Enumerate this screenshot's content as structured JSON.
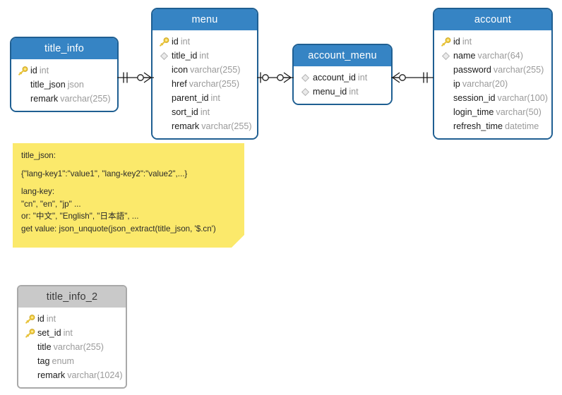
{
  "diagram": {
    "title": "database-er-diagram",
    "background": "#ffffff",
    "entity_header_color": "#3684c4",
    "entity_border_color": "#1f5f92",
    "note_color": "#fbe96b",
    "gray_header_color": "#c9c9c9"
  },
  "entities": [
    {
      "id": "title_info",
      "name": "title_info",
      "style": "blue",
      "fields": [
        {
          "icon": "key-icon",
          "name": "id",
          "type": "int"
        },
        {
          "icon": "none",
          "name": "title_json",
          "type": "json"
        },
        {
          "icon": "none",
          "name": "remark",
          "type": "varchar(255)"
        }
      ]
    },
    {
      "id": "menu",
      "name": "menu",
      "style": "blue",
      "fields": [
        {
          "icon": "key-icon",
          "name": "id",
          "type": "int"
        },
        {
          "icon": "diamond-icon",
          "name": "title_id",
          "type": "int"
        },
        {
          "icon": "none",
          "name": "icon",
          "type": "varchar(255)"
        },
        {
          "icon": "none",
          "name": "href",
          "type": "varchar(255)"
        },
        {
          "icon": "none",
          "name": "parent_id",
          "type": "int"
        },
        {
          "icon": "none",
          "name": "sort_id",
          "type": "int"
        },
        {
          "icon": "none",
          "name": "remark",
          "type": "varchar(255)"
        }
      ]
    },
    {
      "id": "account_menu",
      "name": "account_menu",
      "style": "blue",
      "fields": [
        {
          "icon": "diamond-icon",
          "name": "account_id",
          "type": "int"
        },
        {
          "icon": "diamond-icon",
          "name": "menu_id",
          "type": "int"
        }
      ]
    },
    {
      "id": "account",
      "name": "account",
      "style": "blue",
      "fields": [
        {
          "icon": "key-icon",
          "name": "id",
          "type": "int"
        },
        {
          "icon": "diamond-icon",
          "name": "name",
          "type": "varchar(64)"
        },
        {
          "icon": "none",
          "name": "password",
          "type": "varchar(255)"
        },
        {
          "icon": "none",
          "name": "ip",
          "type": "varchar(20)"
        },
        {
          "icon": "none",
          "name": "session_id",
          "type": "varchar(100)"
        },
        {
          "icon": "none",
          "name": "login_time",
          "type": "varchar(50)"
        },
        {
          "icon": "none",
          "name": "refresh_time",
          "type": "datetime"
        }
      ]
    },
    {
      "id": "title_info_2",
      "name": "title_info_2",
      "style": "gray",
      "fields": [
        {
          "icon": "key-icon",
          "name": "id",
          "type": "int"
        },
        {
          "icon": "key-icon",
          "name": "set_id",
          "type": "int"
        },
        {
          "icon": "none",
          "name": "title",
          "type": "varchar(255)"
        },
        {
          "icon": "none",
          "name": "tag",
          "type": "enum"
        },
        {
          "icon": "none",
          "name": "remark",
          "type": "varchar(1024)"
        }
      ]
    }
  ],
  "note": {
    "lines": [
      "title_json:",
      "{\"lang-key1\":\"value1\", \"lang-key2\":\"value2\",...}",
      "lang-key:",
      "\"cn\", \"en\", \"jp\" ...",
      "or: \"中文\", \"English\", \"日本語\", ...",
      "get value: json_unquote(json_extract(title_json, '$.cn')"
    ]
  },
  "relationships": [
    {
      "id": "title_info-menu",
      "from": "title_info",
      "to": "menu",
      "from_cardinality": "one-and-only-one",
      "to_cardinality": "zero-or-many"
    },
    {
      "id": "menu-account_menu",
      "from": "menu",
      "to": "account_menu",
      "from_cardinality": "one-or-zero",
      "to_cardinality": "zero-or-many"
    },
    {
      "id": "account_menu-account",
      "from": "account_menu",
      "to": "account",
      "from_cardinality": "zero-or-many",
      "to_cardinality": "one-and-only-one"
    }
  ]
}
